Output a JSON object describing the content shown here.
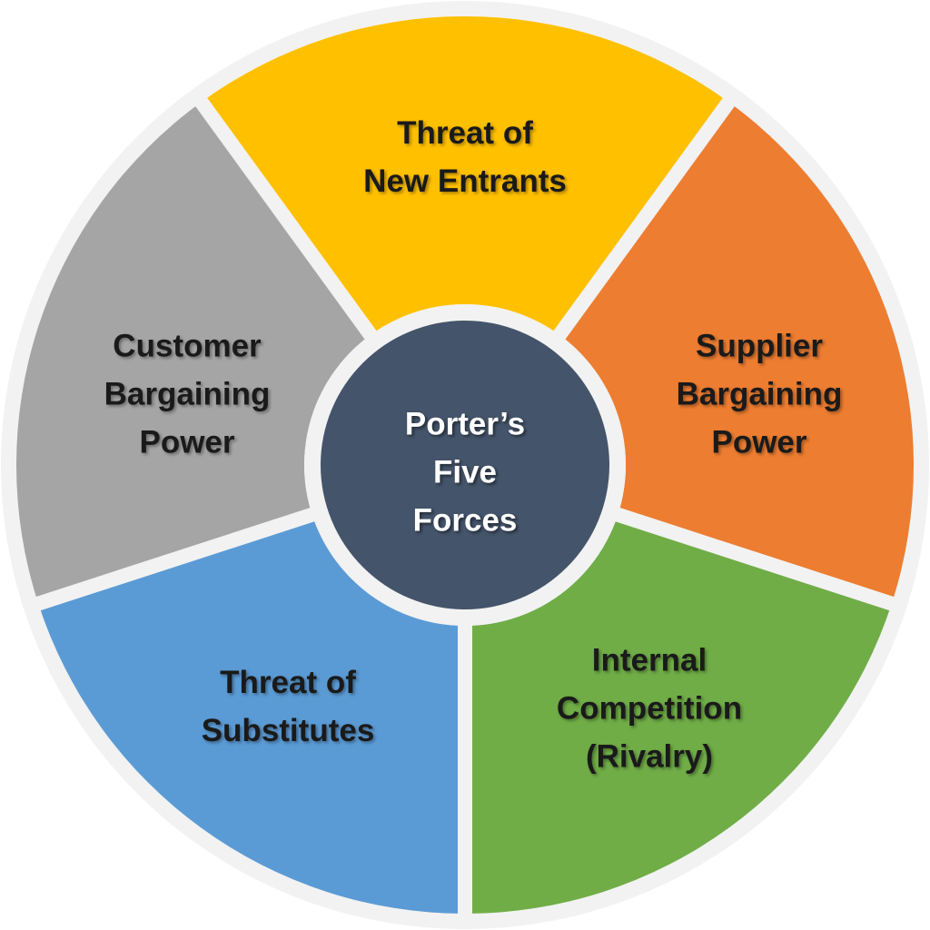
{
  "title": "Porter's Five Forces",
  "center": {
    "lines": [
      "Porter’s",
      "Five",
      "Forces"
    ],
    "color": "#44546a"
  },
  "ring_color": "#f2f2f2",
  "segments": [
    {
      "id": "new-entrants",
      "lines": [
        "Threat of",
        "New Entrants"
      ],
      "color": "#ffc000"
    },
    {
      "id": "supplier-power",
      "lines": [
        "Supplier",
        "Bargaining",
        "Power"
      ],
      "color": "#ed7d31"
    },
    {
      "id": "rivalry",
      "lines": [
        "Internal",
        "Competition",
        "(Rivalry)"
      ],
      "color": "#70ad47"
    },
    {
      "id": "substitutes",
      "lines": [
        "Threat of",
        "Substitutes"
      ],
      "color": "#5b9bd5"
    },
    {
      "id": "customer-power",
      "lines": [
        "Customer",
        "Bargaining",
        "Power"
      ],
      "color": "#a5a5a5"
    }
  ]
}
